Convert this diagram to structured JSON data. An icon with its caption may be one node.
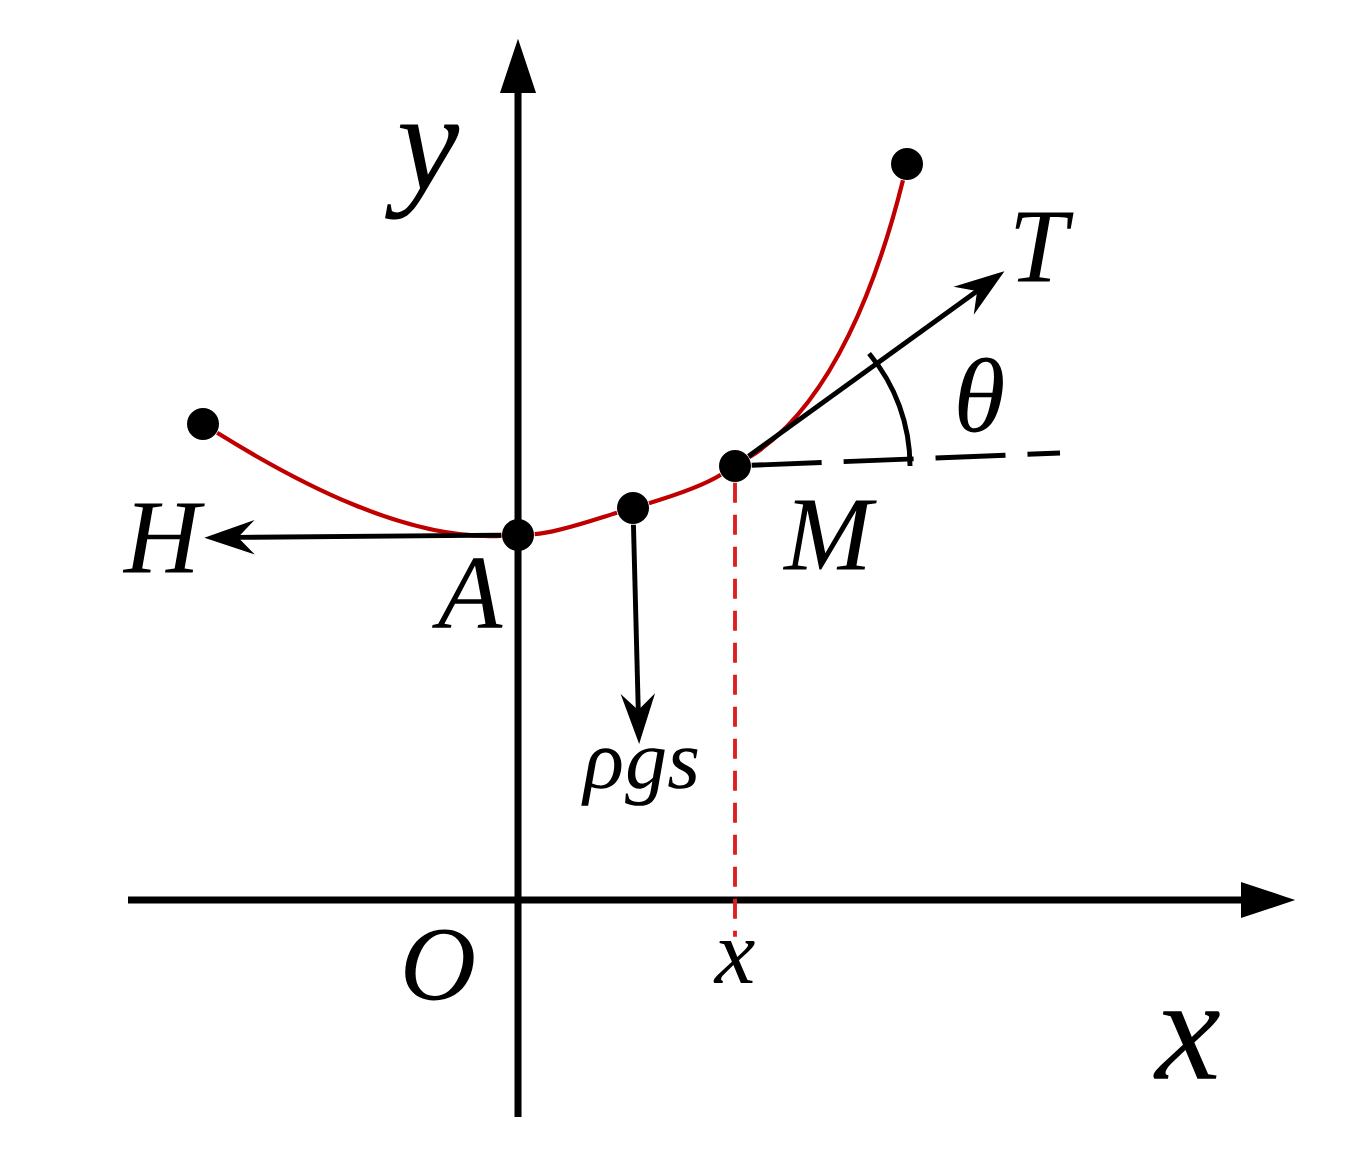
{
  "diagram": {
    "nodes": [
      {
        "text": [],
        "shape": "circle"
      },
      {
        "text": [],
        "shape": "circle"
      },
      {
        "text": [],
        "shape": "circle"
      },
      {
        "text": [],
        "shape": "circle"
      },
      {
        "text": [],
        "shape": "circle"
      },
      {
        "text": [
          "H"
        ]
      },
      {
        "text": [
          "T"
        ]
      },
      {
        "text": [
          "\\rho g s"
        ]
      },
      {
        "text": [
          "x"
        ]
      }
    ],
    "edges": [
      {
        "from": 0,
        "to": 1,
        "arrow": "none",
        "color": "#c00000"
      },
      {
        "from": 1,
        "to": 2,
        "arrow": "none",
        "color": "#c00000"
      },
      {
        "from": 2,
        "to": 3,
        "arrow": "none",
        "color": "#c00000"
      },
      {
        "from": 3,
        "to": 4,
        "arrow": "none",
        "color": "#c00000"
      },
      {
        "from": 1,
        "to": 5,
        "arrow": "to",
        "color": "#000000"
      },
      {
        "from": 3,
        "to": 6,
        "arrow": "to",
        "color": "#000000"
      },
      {
        "from": 2,
        "to": 7,
        "arrow": "to",
        "color": "#000000"
      },
      {
        "from": 3,
        "to": 8,
        "arrow": "none",
        "style": "dashed",
        "color": "#dc1e1e"
      },
      {
        "from": 3,
        "to": null,
        "arrow": "none",
        "style": "dashed",
        "color": "#000000"
      }
    ],
    "labels": [
      "y",
      "\\theta",
      "M",
      "A",
      "O",
      "x"
    ]
  }
}
